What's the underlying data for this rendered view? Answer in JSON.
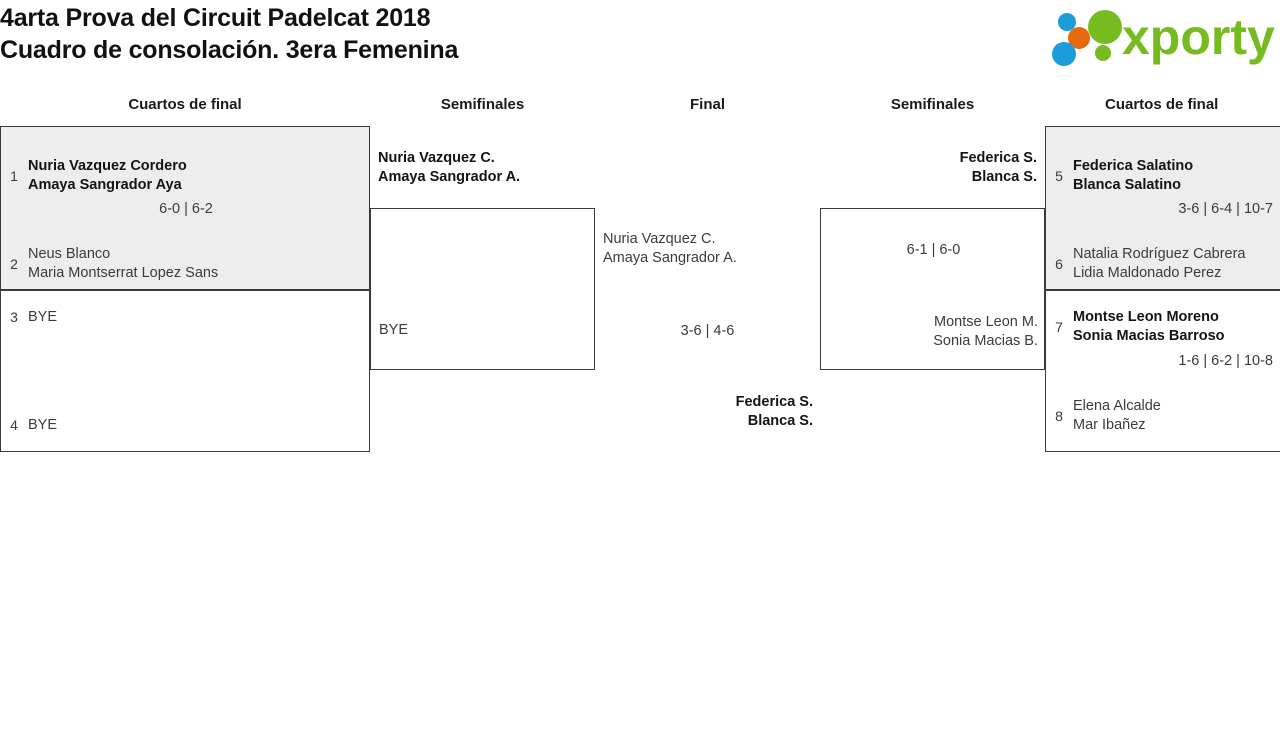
{
  "header": {
    "title_line1": "4arta Prova del Circuit Padelcat 2018",
    "title_line2": "Cuadro de consolación. 3era Femenina",
    "logo_text": "xporty",
    "logo_colors": {
      "green": "#76bc21",
      "orange": "#e8690b",
      "blue": "#1b9dd9"
    }
  },
  "rounds": [
    {
      "id": "qf-left",
      "label": "Cuartos de final"
    },
    {
      "id": "sf-left",
      "label": "Semifinales"
    },
    {
      "id": "final",
      "label": "Final"
    },
    {
      "id": "sf-right",
      "label": "Semifinales"
    },
    {
      "id": "qf-right",
      "label": "Cuartos de final"
    }
  ],
  "matches": {
    "qf1": {
      "top": {
        "seed": "1",
        "line1": "Nuria Vazquez Cordero",
        "line2": "Amaya Sangrador Aya",
        "winner": true
      },
      "bottom": {
        "seed": "2",
        "line1": "Neus Blanco",
        "line2": "Maria Montserrat Lopez Sans",
        "winner": false
      },
      "score": "6-0 | 6-2"
    },
    "qf2": {
      "top": {
        "seed": "3",
        "line1": "BYE",
        "line2": "",
        "winner": false
      },
      "bottom": {
        "seed": "4",
        "line1": "BYE",
        "line2": "",
        "winner": false
      },
      "score": ""
    },
    "sf_left": {
      "top": {
        "seed": "",
        "line1": "Nuria Vazquez C.",
        "line2": "Amaya Sangrador A.",
        "winner": true
      },
      "bottom": {
        "seed": "",
        "line1": "BYE",
        "line2": "",
        "winner": false
      },
      "score": ""
    },
    "final": {
      "top": {
        "seed": "",
        "line1": "Nuria Vazquez C.",
        "line2": "Amaya Sangrador A.",
        "winner": false
      },
      "bottom": {
        "seed": "",
        "line1": "Federica S.",
        "line2": "Blanca S.",
        "winner": true
      },
      "score": "3-6 | 4-6"
    },
    "sf_right": {
      "top": {
        "seed": "",
        "line1": "Federica S.",
        "line2": "Blanca S.",
        "winner": true
      },
      "bottom": {
        "seed": "",
        "line1": "Montse Leon M.",
        "line2": "Sonia Macias B.",
        "winner": false
      },
      "score": "6-1 | 6-0"
    },
    "qf3": {
      "top": {
        "seed": "5",
        "line1": "Federica Salatino",
        "line2": "Blanca Salatino",
        "winner": true
      },
      "bottom": {
        "seed": "6",
        "line1": "Natalia Rodríguez Cabrera",
        "line2": "Lidia Maldonado Perez",
        "winner": false
      },
      "score": "3-6 | 6-4 | 10-7"
    },
    "qf4": {
      "top": {
        "seed": "7",
        "line1": "Montse Leon Moreno",
        "line2": "Sonia Macias Barroso",
        "winner": true
      },
      "bottom": {
        "seed": "8",
        "line1": "Elena Alcalde",
        "line2": "Mar Ibañez",
        "winner": false
      },
      "score": "1-6 | 6-2 | 10-8"
    }
  }
}
